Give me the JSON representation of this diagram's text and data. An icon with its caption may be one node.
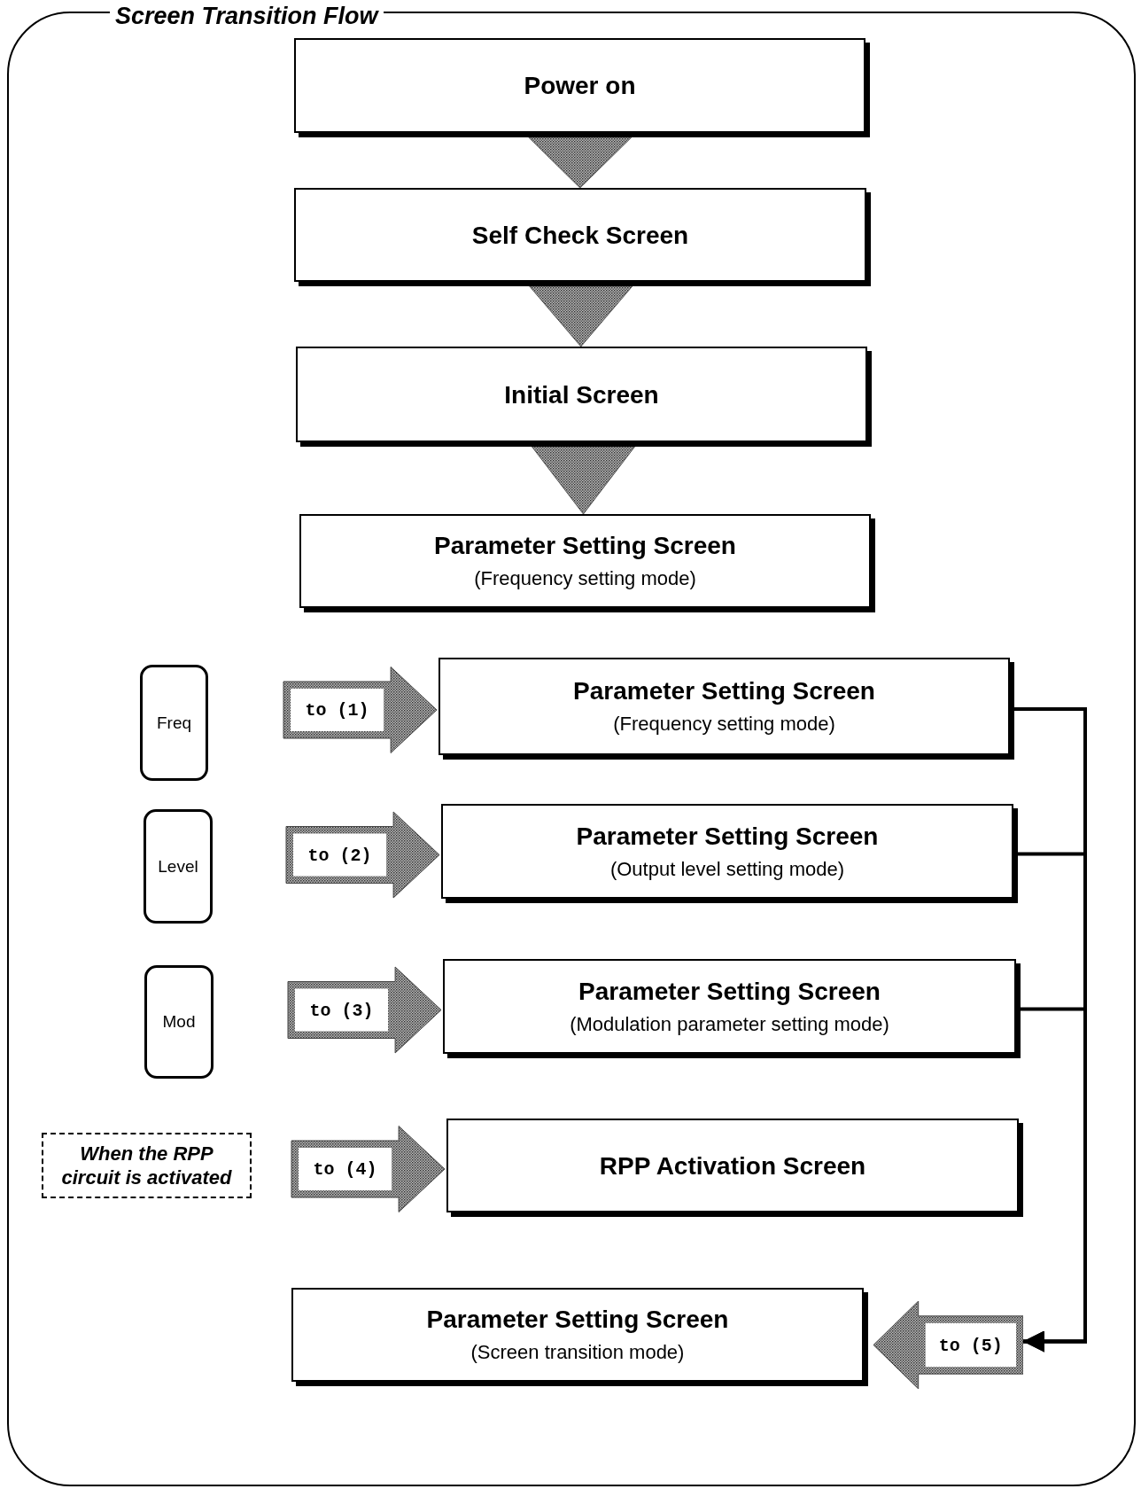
{
  "diagram": {
    "title": "Screen Transition Flow",
    "nodes": [
      {
        "text": [
          "Power on"
        ]
      },
      {
        "text": [
          "Self Check Screen"
        ]
      },
      {
        "text": [
          "Initial Screen"
        ]
      },
      {
        "text": [
          "Parameter Setting Screen",
          "(Frequency setting mode)"
        ]
      },
      {
        "text": [
          "Freq"
        ]
      },
      {
        "text": [
          "Parameter Setting Screen",
          "(Frequency setting mode)"
        ]
      },
      {
        "text": [
          "Level"
        ]
      },
      {
        "text": [
          "Parameter Setting Screen",
          "(Output level setting mode)"
        ]
      },
      {
        "text": [
          "Mod"
        ]
      },
      {
        "text": [
          "Parameter Setting Screen",
          "(Modulation parameter setting mode)"
        ]
      },
      {
        "text": [
          "When the RPP circuit is activated"
        ]
      },
      {
        "text": [
          "RPP Activation Screen"
        ]
      },
      {
        "text": [
          "Parameter Setting Screen",
          "(Screen transition mode)"
        ]
      },
      {
        "text": [
          "to (5)"
        ]
      }
    ],
    "edges": [
      {
        "from": 0,
        "to": 1,
        "arrow": "to"
      },
      {
        "from": 1,
        "to": 2,
        "arrow": "to"
      },
      {
        "from": 2,
        "to": 3,
        "arrow": "to"
      },
      {
        "from": 4,
        "to": 5,
        "arrow": "to",
        "label": "to (1)"
      },
      {
        "from": 6,
        "to": 7,
        "arrow": "to",
        "label": "to (2)"
      },
      {
        "from": 8,
        "to": 9,
        "arrow": "to",
        "label": "to (3)"
      },
      {
        "from": 10,
        "to": 11,
        "arrow": "to",
        "label": "to (4)"
      },
      {
        "from": 5,
        "to": 13,
        "arrow": "to"
      },
      {
        "from": 7,
        "to": 13,
        "arrow": "to"
      },
      {
        "from": 9,
        "to": 13,
        "arrow": "to"
      }
    ]
  }
}
